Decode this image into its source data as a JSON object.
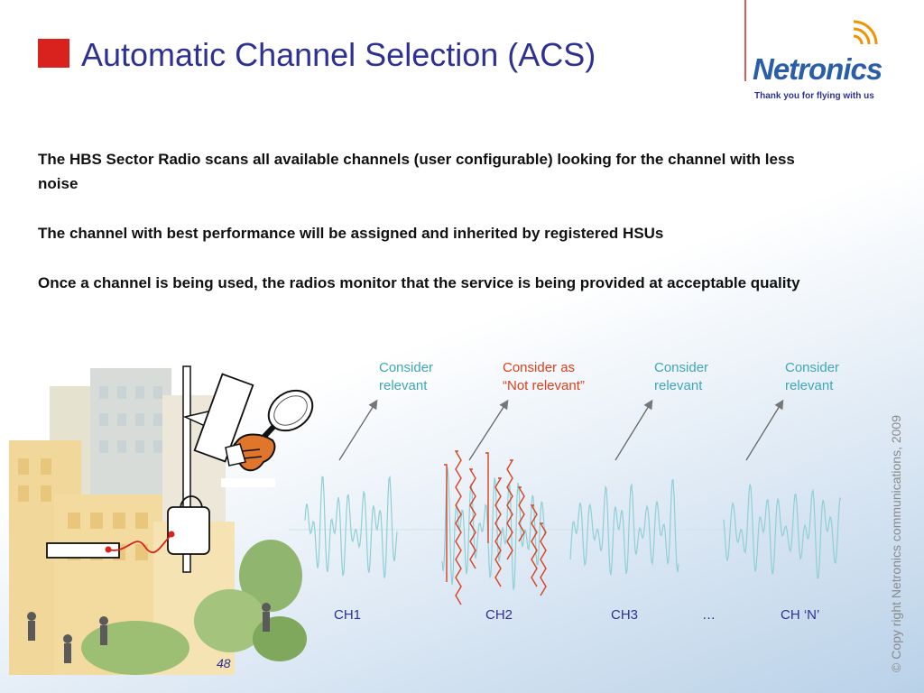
{
  "title": "Automatic Channel Selection (ACS)",
  "logo": {
    "name": "Netronics",
    "tagline": "Thank you for flying with us"
  },
  "paragraphs": [
    "The HBS Sector Radio scans all available channels (user configurable) looking for the channel with less noise",
    "The channel with best performance will be assigned and inherited by registered HSUs",
    "Once a channel is being used, the radios monitor that the service is being provided at acceptable quality"
  ],
  "callouts": [
    {
      "text": "Consider\nrelevant"
    },
    {
      "text": "Consider as\n“Not relevant”"
    },
    {
      "text": "Consider\nrelevant"
    },
    {
      "text": "Consider\nrelevant"
    }
  ],
  "channels": [
    "CH1",
    "CH2",
    "CH3",
    "…",
    "CH ‘N’"
  ],
  "copyright": "© Copy right Netronics communications, 2009",
  "page_number": "48",
  "colors": {
    "title": "#2e3192",
    "accent_red": "#d9211e",
    "callout_teal": "#41a6b8",
    "noise_red": "#d9411e"
  }
}
